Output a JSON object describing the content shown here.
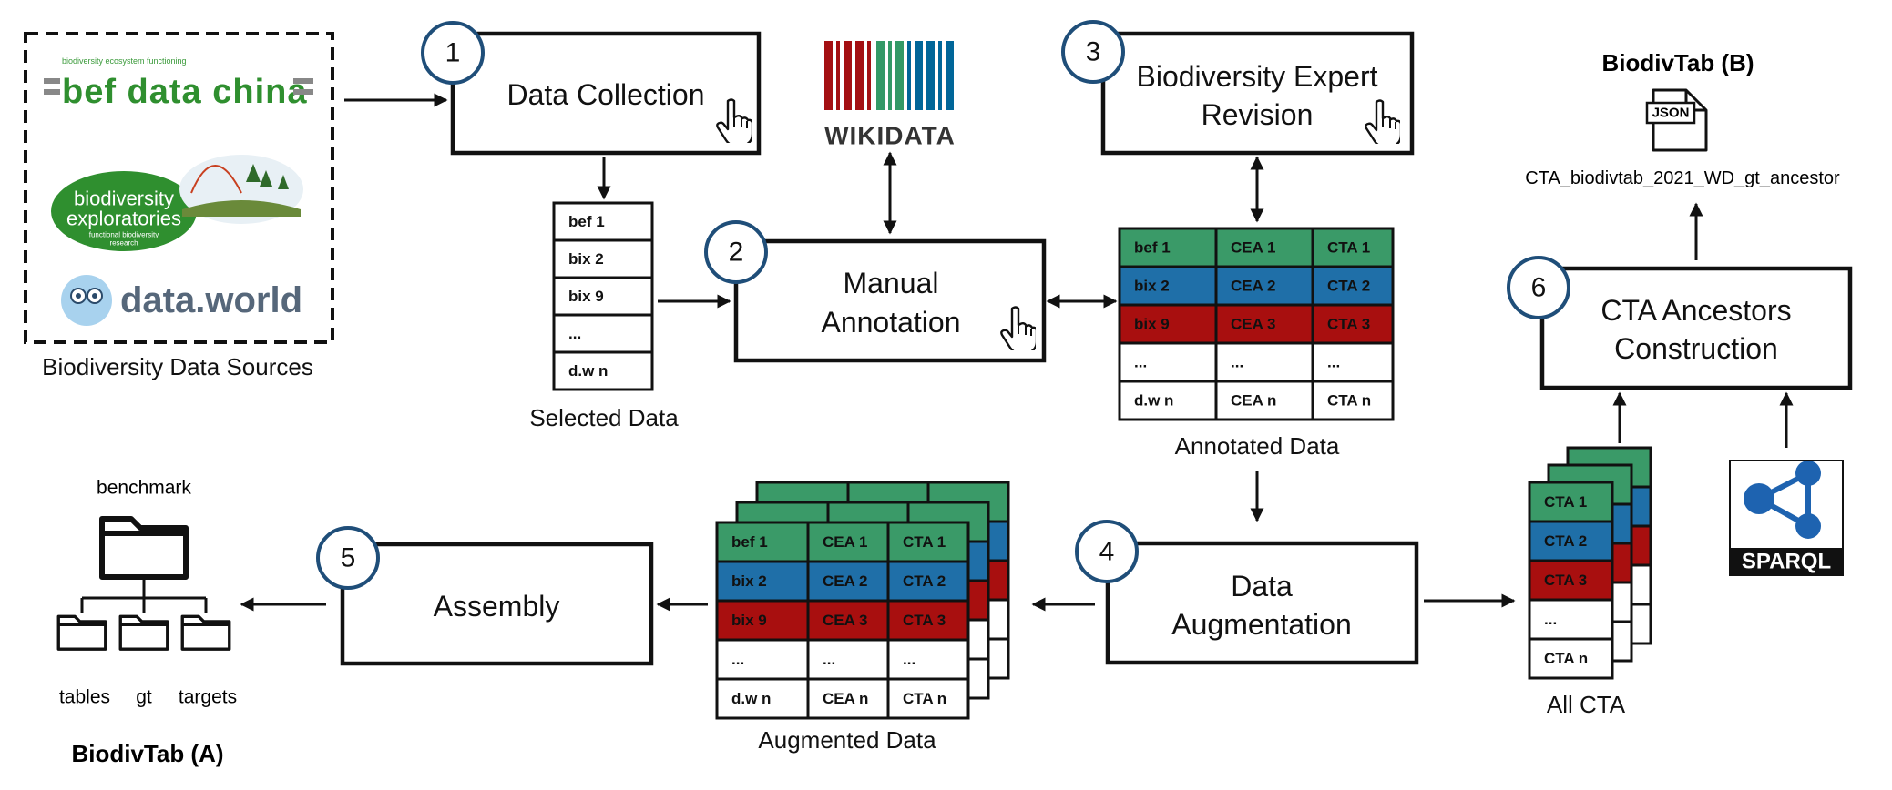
{
  "sources": {
    "caption": "Biodiversity Data Sources",
    "bef_tagline": "biodiversity ecosystem functioning",
    "bef_logo": "bef data china",
    "bexis_logo_line1": "biodiversity",
    "bexis_logo_line2": "exploratories",
    "bexis_logo_sub1": "functional biodiversity",
    "bexis_logo_sub2": "research",
    "dataworld_logo": "data.world"
  },
  "steps": [
    {
      "number": "1",
      "label": [
        "Data Collection"
      ]
    },
    {
      "number": "2",
      "label": [
        "Manual",
        "Annotation"
      ]
    },
    {
      "number": "3",
      "label": [
        "Biodiversity Expert",
        "Revision"
      ]
    },
    {
      "number": "4",
      "label": [
        "Data",
        "Augmentation"
      ]
    },
    {
      "number": "5",
      "label": [
        "Assembly"
      ]
    },
    {
      "number": "6",
      "label": [
        "CTA Ancestors",
        "Construction"
      ]
    }
  ],
  "wikidata_logo": "WIKIDATA",
  "sparql_logo": "SPARQL",
  "colors": {
    "green": "#3a9a68",
    "blue": "#1f6fa8",
    "red": "#a80f0f",
    "circle": "#1f4e79"
  },
  "selected_data": {
    "caption": "Selected Data",
    "rows": [
      "bef 1",
      "bix 2",
      "bix 9",
      "...",
      "d.w n"
    ]
  },
  "annotated_data": {
    "caption": "Annotated Data",
    "rows": [
      [
        "bef 1",
        "CEA 1",
        "CTA 1"
      ],
      [
        "bix 2",
        "CEA 2",
        "CTA 2"
      ],
      [
        "bix 9",
        "CEA 3",
        "CTA 3"
      ],
      [
        "...",
        "...",
        "..."
      ],
      [
        "d.w n",
        "CEA n",
        "CTA n"
      ]
    ]
  },
  "augmented_data": {
    "caption": "Augmented Data",
    "rows": [
      [
        "bef 1",
        "CEA 1",
        "CTA 1"
      ],
      [
        "bix 2",
        "CEA 2",
        "CTA 2"
      ],
      [
        "bix 9",
        "CEA 3",
        "CTA 3"
      ],
      [
        "...",
        "...",
        "..."
      ],
      [
        "d.w n",
        "CEA n",
        "CTA n"
      ]
    ]
  },
  "all_cta": {
    "caption": "All CTA",
    "rows": [
      "CTA 1",
      "CTA 2",
      "CTA 3",
      "...",
      "CTA n"
    ]
  },
  "output_b": {
    "title": "BiodivTab (B)",
    "json_icon_label": "JSON",
    "filename": "CTA_biodivtab_2021_WD_gt_ancestor"
  },
  "output_a": {
    "title": "BiodivTab (A)",
    "root_label": "benchmark",
    "folders": [
      "tables",
      "gt",
      "targets"
    ]
  },
  "icons": [
    "hand-pointer-icon",
    "folder-icon",
    "json-file-icon",
    "sparql-icon",
    "wikidata-icon"
  ]
}
